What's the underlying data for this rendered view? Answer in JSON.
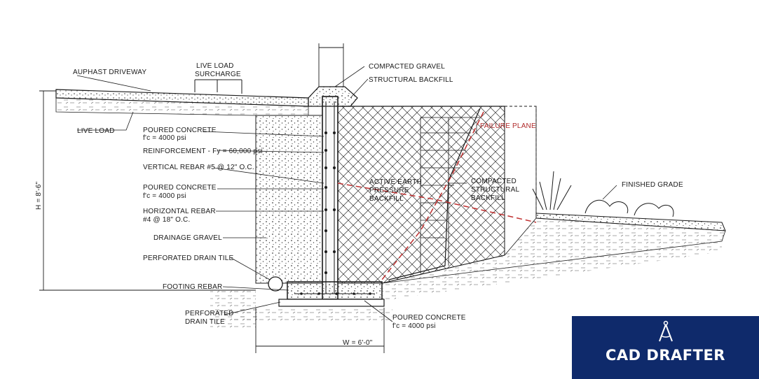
{
  "labels": {
    "asphalt_driveway": "AUPHAST DRIVEWAY",
    "live_load_surcharge_1": "LIVE LOAD",
    "live_load_surcharge_2": "SURCHARGE",
    "compacted_gravel": "COMPACTED GRAVEL",
    "structural_backfill": "STRUCTURAL BACKFILL",
    "live_load": "LIVE LOAD",
    "poured_concrete_1a": "POURED CONCRETE",
    "poured_concrete_1b": "f'c = 4000 psi",
    "reinforcement": "REINFORCEMENT - Fy = 60,000 psi",
    "vertical_rebar": "VERTICAL REBAR #5 @ 12\" O.C.",
    "poured_concrete_2a": "POURED CONCRETE",
    "poured_concrete_2b": "f'c = 4000 psi",
    "horizontal_rebar_a": "HORIZONTAL REBAR",
    "horizontal_rebar_b": "#4 @ 18\" O.C.",
    "drainage_gravel": "DRAINAGE GRAVEL",
    "perforated_drain_tile": "PERFORATED DRAIN TILE",
    "footing_rebar": "FOOTING REBAR",
    "perforated_drain_tile_2a": "PERFORATED",
    "perforated_drain_tile_2b": "DRAIN TILE",
    "poured_concrete_3a": "POURED CONCRETE",
    "poured_concrete_3b": "f'c = 4000 psi",
    "failure_plane": "FAILURE PLANE",
    "active_earth_1": "ACTIVE EARTH",
    "active_earth_2": "PRESSURE",
    "active_earth_3": "BACKFILL",
    "compacted_structural_1": "COMPACTED",
    "compacted_structural_2": "STRUCTURAL",
    "compacted_structural_3": "BACKFILL",
    "finished_grade": "FINISHED GRADE",
    "height_dim": "H = 8'-6\"",
    "width_dim": "W = 6'-0\""
  },
  "brand": {
    "name": "CAD DRAFTER",
    "logo_icon": "compass-icon",
    "background": "#0f2a6b"
  },
  "colors": {
    "line": "#1a1a1a",
    "failure_plane": "#c03030"
  }
}
